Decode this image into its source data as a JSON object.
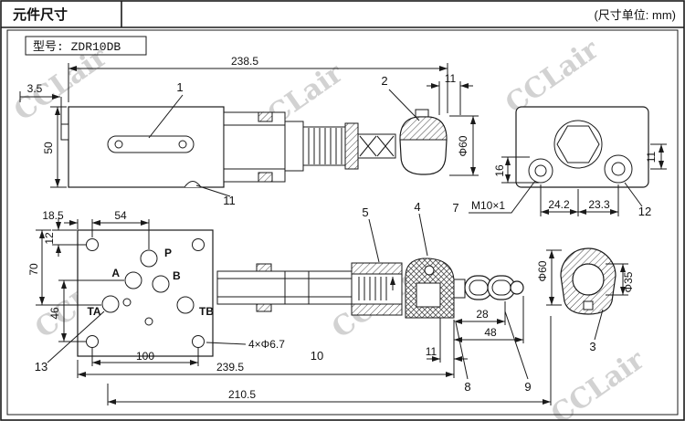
{
  "header": {
    "title": "元件尺寸",
    "unit_note": "(尺寸单位: mm)"
  },
  "model_label": "型号: ZDR10DB",
  "watermark_text": "CCLair",
  "ports": {
    "p": "P",
    "a": "A",
    "b": "B",
    "ta": "TA",
    "tb": "TB"
  },
  "callouts": {
    "c1": "1",
    "c2": "2",
    "c3": "3",
    "c4": "4",
    "c5": "5",
    "c7": "7",
    "c8": "8",
    "c9": "9",
    "c10": "10",
    "c11": "11",
    "c12": "12",
    "c13": "13"
  },
  "dims": {
    "total_length": "238.5",
    "offset_3_5": "3.5",
    "body_height_50": "50",
    "knob_offset_11": "11",
    "knob_dia_side": "Φ60",
    "end_16": "16",
    "end_11": "11",
    "thread_m10": "M10×1",
    "end_24_2": "24.2",
    "end_23_3": "23.3",
    "port_18_5": "18.5",
    "port_54": "54",
    "port_12": "12",
    "port_70": "70",
    "port_46": "46",
    "port_100": "100",
    "holes_note": "4×Φ6.7",
    "sec_28": "28",
    "sec_48": "48",
    "sec_11": "11",
    "sec_239_5": "239.5",
    "sec_210_5": "210.5",
    "knob_dia_end": "Φ60",
    "knob_inner_dia": "Φ35"
  }
}
